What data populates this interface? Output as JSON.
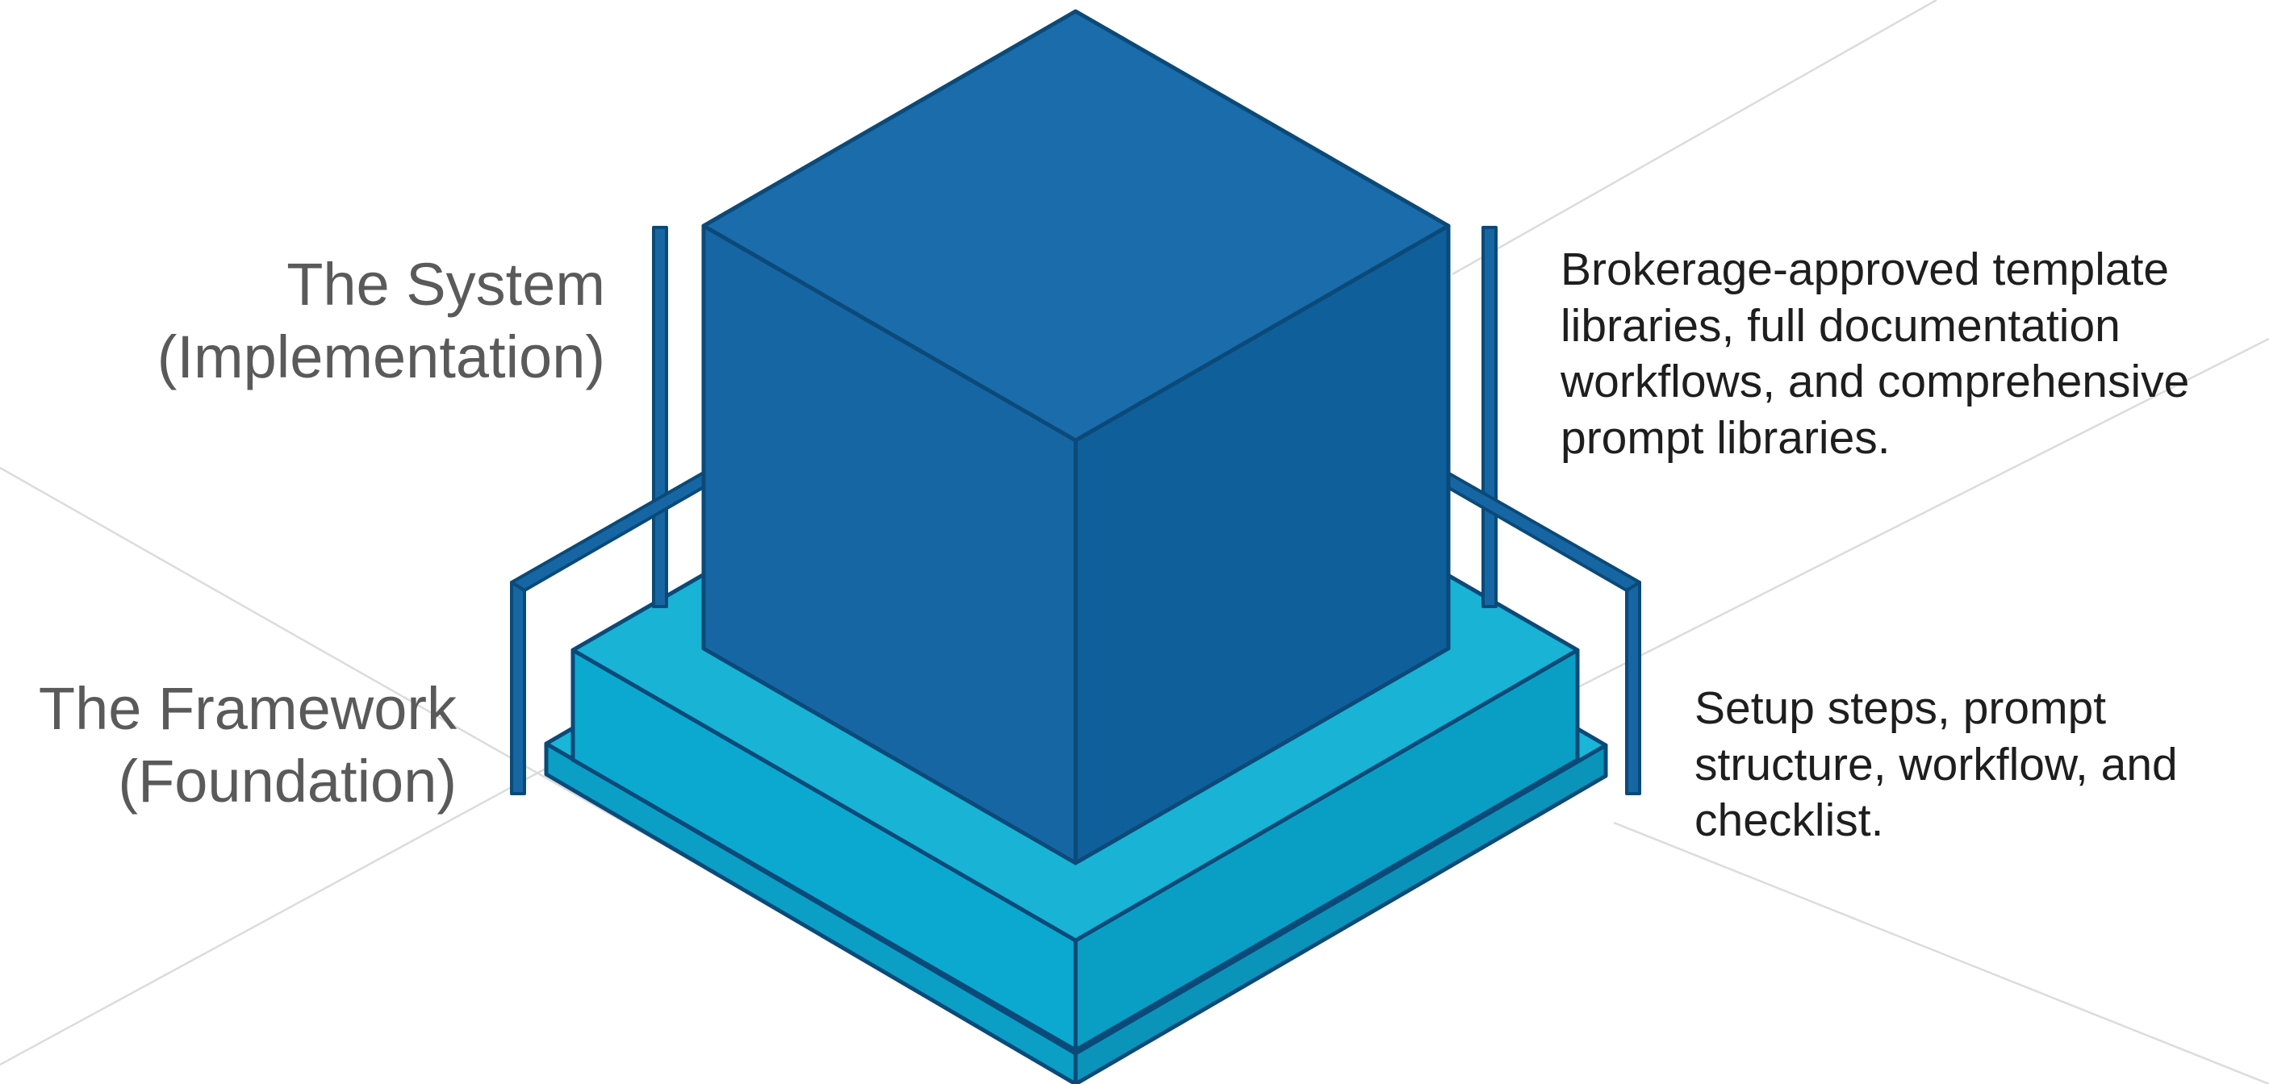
{
  "colors": {
    "cube_dark": "#0f64a0",
    "cube_front": "#1766a4",
    "cube_right": "#0d5f99",
    "cube_top": "#1a6aa8",
    "base_cyan": "#0aa8cf",
    "base_top": "#1ab4d6",
    "outline": "#0b4a78",
    "label_gray": "#5a5a5a",
    "desc_dark": "#1e1e1e",
    "guide_lines": "#d8d8d8"
  },
  "layers": {
    "system": {
      "title": "The System",
      "subtitle": "(Implementation)",
      "description": [
        "Brokerage-approved template",
        "libraries, full documentation",
        "workflows, and comprehensive",
        "prompt libraries."
      ]
    },
    "framework": {
      "title": "The Framework",
      "subtitle": "(Foundation)",
      "description": [
        "Setup steps, prompt",
        "structure, workflow, and",
        "checklist."
      ]
    }
  }
}
